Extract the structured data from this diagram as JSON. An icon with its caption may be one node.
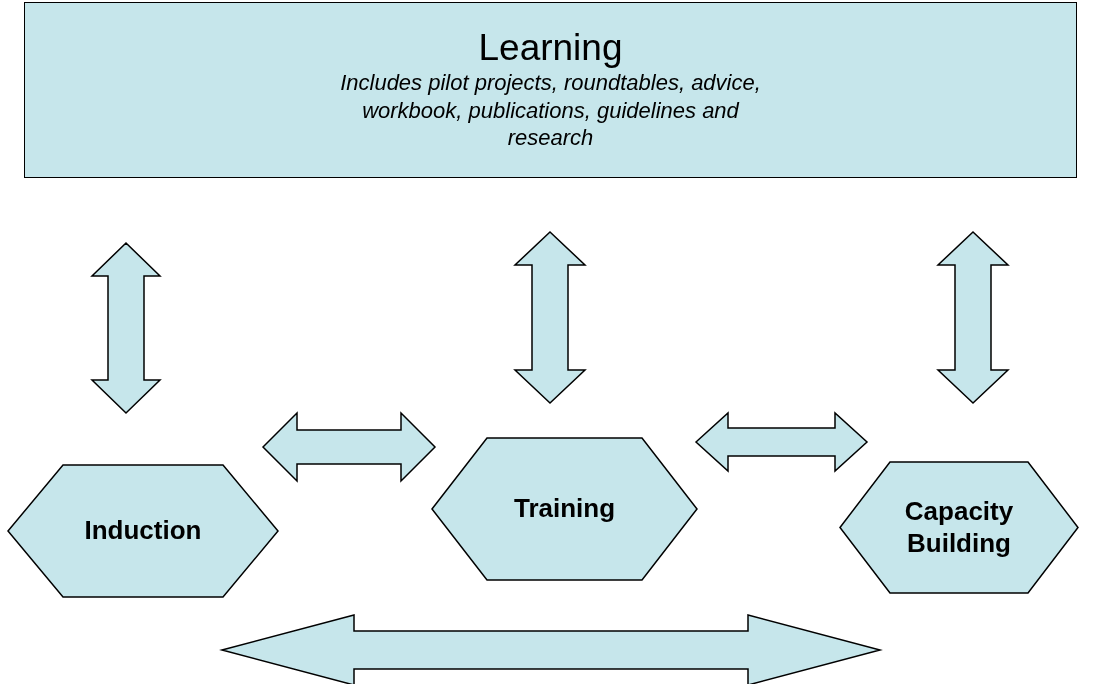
{
  "diagram": {
    "nodes": [
      {
        "text": [
          "Learning",
          "Includes pilot projects, roundtables, advice, workbook, publications, guidelines and research"
        ]
      },
      {
        "text": [
          "Induction"
        ]
      },
      {
        "text": [
          "Training"
        ]
      },
      {
        "text": [
          "Capacity Building"
        ]
      }
    ],
    "edges": [
      {
        "from": 0,
        "to": 1,
        "arrow": "both"
      },
      {
        "from": 0,
        "to": 2,
        "arrow": "both"
      },
      {
        "from": 0,
        "to": 3,
        "arrow": "both"
      },
      {
        "from": 1,
        "to": 2,
        "arrow": "both"
      },
      {
        "from": 2,
        "to": 3,
        "arrow": "both"
      },
      {
        "from": 1,
        "to": 3,
        "arrow": "both"
      }
    ]
  }
}
